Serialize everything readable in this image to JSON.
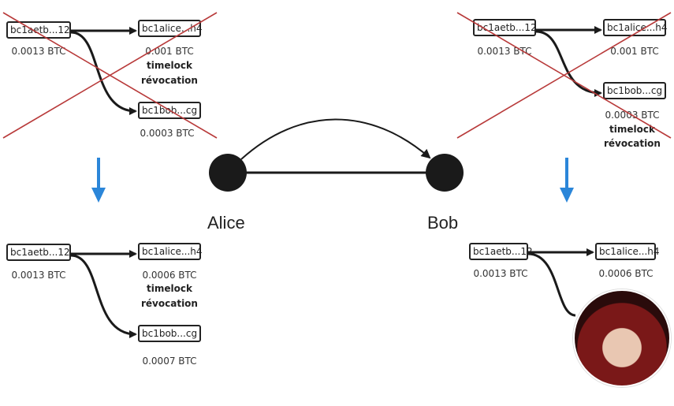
{
  "colors": {
    "arrow_down": "#2b86d9",
    "cross": "#b83a3a",
    "node": "#1a1a1a"
  },
  "nodes": {
    "alice": "Alice",
    "bob": "Bob"
  },
  "alice_revoked": {
    "input": "bc1aetb...12",
    "input_amt": "0.0013 BTC",
    "out1": "bc1alice...h4",
    "out1_amt": "0.001 BTC",
    "out1_tag1": "timelock",
    "out1_tag2": "révocation",
    "out2": "bc1bob...cg",
    "out2_amt": "0.0003 BTC"
  },
  "alice_new": {
    "input": "bc1aetb...12",
    "input_amt": "0.0013 BTC",
    "out1": "bc1alice...h4",
    "out1_amt": "0.0006 BTC",
    "out1_tag1": "timelock",
    "out1_tag2": "révocation",
    "out2": "bc1bob...cg",
    "out2_amt": "0.0007 BTC"
  },
  "bob_revoked": {
    "input": "bc1aetb...12",
    "input_amt": "0.0013 BTC",
    "out1": "bc1alice...h4",
    "out1_amt": "0.001 BTC",
    "out2": "bc1bob...cg",
    "out2_amt": "0.0003 BTC",
    "out2_tag1": "timelock",
    "out2_tag2": "révocation"
  },
  "bob_new": {
    "input": "bc1aetb...12",
    "input_amt": "0.0013 BTC",
    "out1": "bc1alice...h4",
    "out1_amt": "0.0006 BTC"
  }
}
